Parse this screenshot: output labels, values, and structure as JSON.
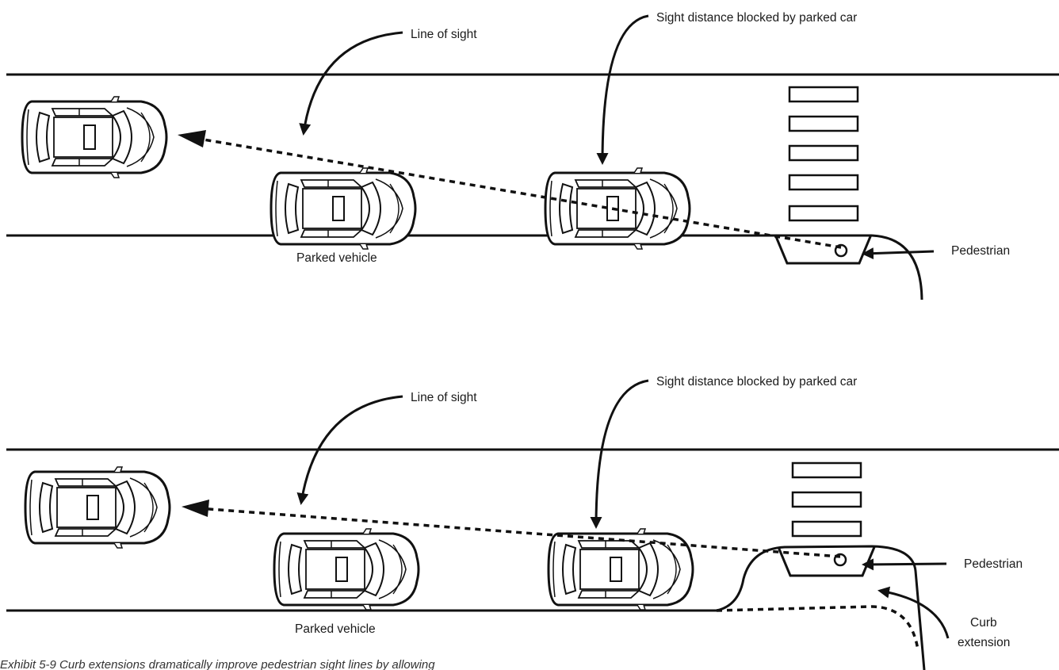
{
  "top_panel": {
    "line_of_sight": "Line of sight",
    "blocked": "Sight distance blocked by parked car",
    "parked_vehicle": "Parked vehicle",
    "pedestrian": "Pedestrian"
  },
  "bottom_panel": {
    "line_of_sight": "Line of sight",
    "blocked": "Sight distance blocked by parked car",
    "parked_vehicle": "Parked vehicle",
    "pedestrian": "Pedestrian",
    "curb_extension_line1": "Curb",
    "curb_extension_line2": "extension"
  },
  "caption": "Exhibit 5-9   Curb extensions dramatically improve pedestrian sight lines by allowing"
}
